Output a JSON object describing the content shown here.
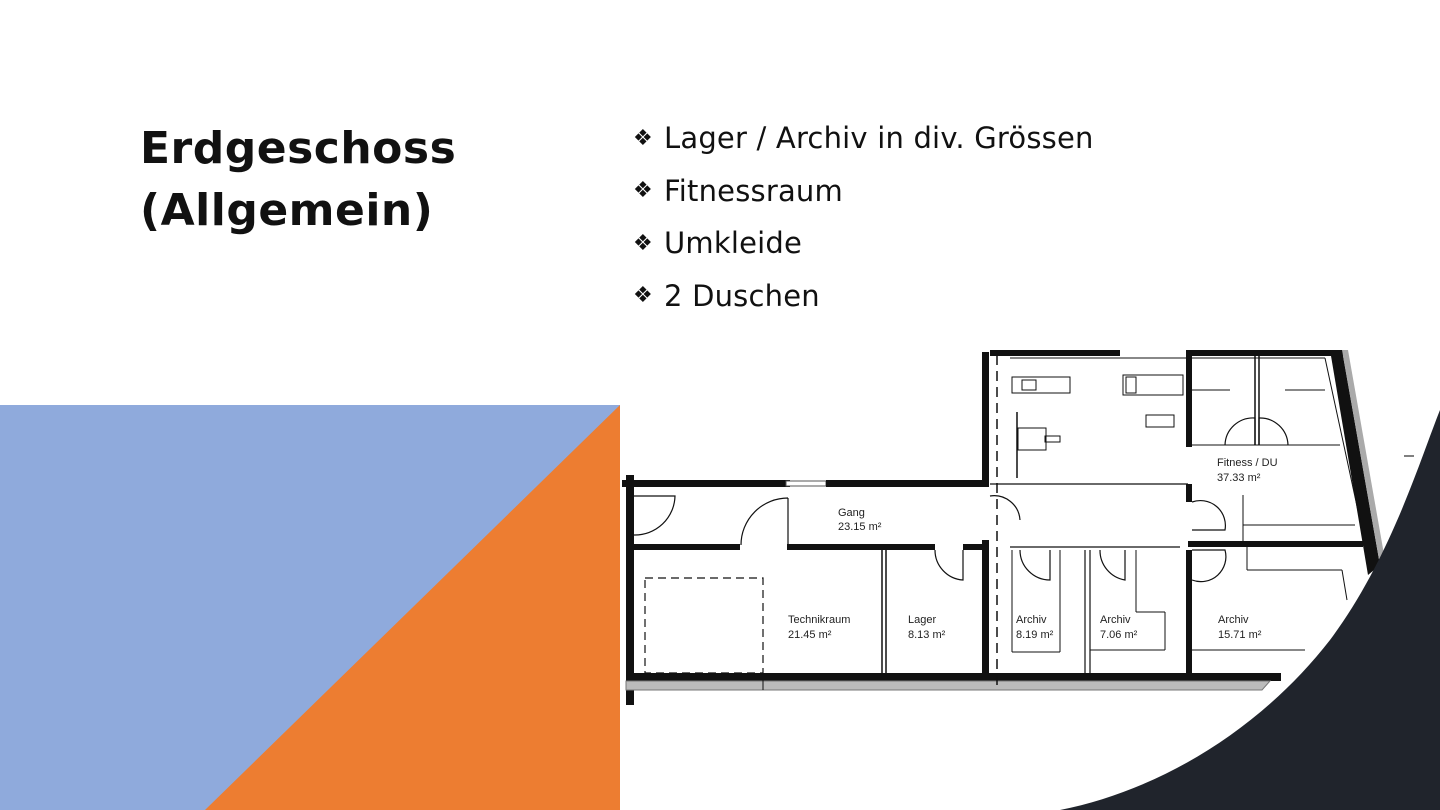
{
  "slide": {
    "title_lines": [
      "Erdgeschoss",
      "(Allgemein)"
    ],
    "bullet_glyph": "❖",
    "bullets": [
      "Lager / Archiv in div. Grössen",
      "Fitnessraum",
      "Umkleide",
      "2 Duschen"
    ]
  },
  "floorplan": {
    "rooms": [
      {
        "name": "Gang",
        "area": "23.15 m²"
      },
      {
        "name": "Technikraum",
        "area": "21.45 m²"
      },
      {
        "name": "Lager",
        "area": "8.13 m²"
      },
      {
        "name": "Archiv",
        "area": "8.19 m²"
      },
      {
        "name": "Archiv",
        "area": "7.06 m²"
      },
      {
        "name": "Archiv",
        "area": "15.71 m²"
      },
      {
        "name": "Fitness / DU",
        "area": "37.33 m²"
      }
    ]
  },
  "colors": {
    "blue": "#8faadc",
    "orange": "#ed7d31",
    "dark": "#20242c",
    "text": "#111111"
  }
}
